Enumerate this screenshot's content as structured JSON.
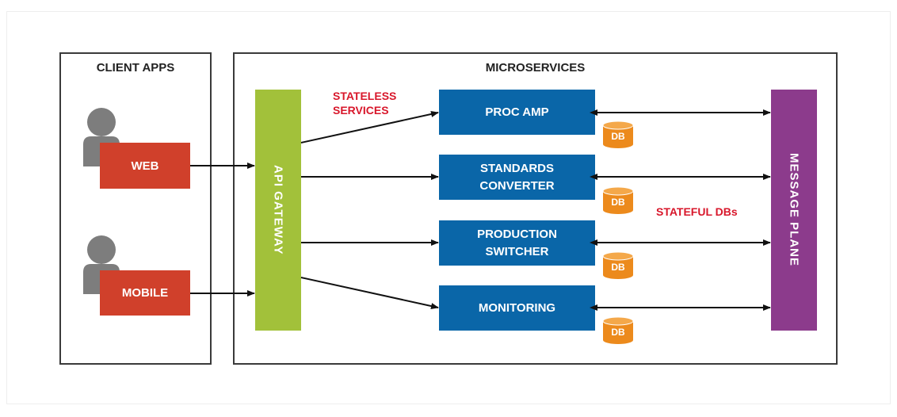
{
  "colors": {
    "client": "#d0402b",
    "gateway": "#a2c13a",
    "service": "#0a66a8",
    "db": "#ec8a1c",
    "plane": "#8c3b8c",
    "note": "#d8172b",
    "user_icon": "#7d7d7d"
  },
  "client_apps": {
    "title": "CLIENT APPS",
    "clients": [
      {
        "label": "WEB",
        "icon": "user-icon"
      },
      {
        "label": "MOBILE",
        "icon": "user-icon"
      }
    ]
  },
  "microservices": {
    "title": "MICROSERVICES",
    "gateway_label": "API GATEWAY",
    "stateless_label": "STATELESS\nSERVICES",
    "stateful_label": "STATEFUL DBs",
    "services": [
      {
        "label": "PROC AMP",
        "db": "DB"
      },
      {
        "label": "STANDARDS\nCONVERTER",
        "db": "DB"
      },
      {
        "label": "PRODUCTION\nSWITCHER",
        "db": "DB"
      },
      {
        "label": "MONITORING",
        "db": "DB"
      }
    ],
    "message_plane_label": "MESSAGE PLANE"
  }
}
